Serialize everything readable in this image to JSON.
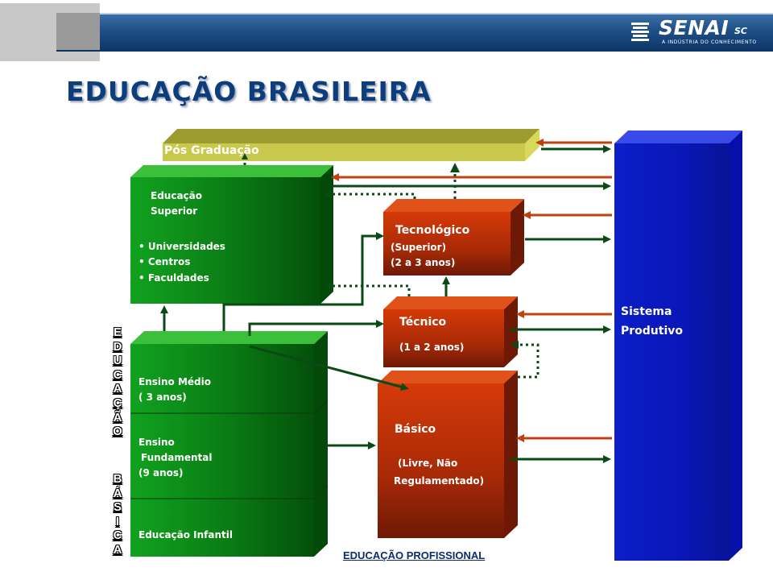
{
  "header": {
    "brand": "SENAI",
    "brand_suffix": "SC",
    "tagline": "A INDÚSTRIA DO CONHECIMENTO"
  },
  "title": "EDUCAÇÃO BRASILEIRA",
  "boxes": {
    "pos_graduacao": {
      "label": "Pós Graduação"
    },
    "educacao_superior": {
      "title_line1": "Educação",
      "title_line2": "Superior",
      "items": [
        "Universidades",
        "Centros",
        "Faculdades"
      ]
    },
    "tecnologico": {
      "title": "Tecnológico",
      "line1": "(Superior)",
      "line2": "(2 a 3 anos)"
    },
    "tecnico": {
      "title": "Técnico",
      "line1": "(1 a 2 anos)"
    },
    "basico": {
      "title": "Básico",
      "line1": "(Livre, Não",
      "line2": "Regulamentado)"
    },
    "sistema_produtivo": {
      "line1": "Sistema",
      "line2": "Produtivo"
    },
    "ensino_medio": {
      "line1": "Ensino Médio",
      "line2": "( 3 anos)"
    },
    "ensino_fundamental": {
      "line1": "Ensino",
      "line2": "Fundamental",
      "line3": "(9 anos)"
    },
    "educacao_infantil": {
      "label": "Educação Infantil"
    }
  },
  "vertical_label": {
    "word1": "EDUCAÇÃO",
    "word2": "BÁSICA"
  },
  "footer_label": "EDUCAÇÃO PROFISSIONAL",
  "colors": {
    "header_blue": "#1d4f86",
    "title_blue": "#0e3d7d",
    "green_box": "#0f7a1a",
    "red_box": "#b02a08",
    "blue_column": "#0a1fd0",
    "olive_bar": "#c8c84c",
    "arrow_green": "#0a4a16",
    "arrow_red": "#c0400f"
  }
}
